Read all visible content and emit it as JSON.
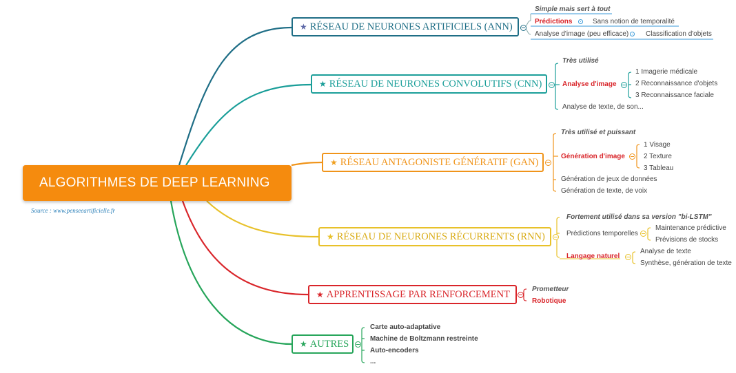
{
  "root": {
    "label": "ALGORITHMES DE DEEP LEARNING"
  },
  "source": "Source : www.penseeartificielle.fr",
  "branches": {
    "ann": {
      "label": "RÉSEAU DE NEURONES ARTIFICIELS (ANN)",
      "color": "#1f6e86",
      "tagline": "Simple mais sert à tout",
      "item1": "Prédictions",
      "item1_sub": "Sans notion de temporalité",
      "item2": "Analyse d'image (peu efficace)",
      "item2_sub": "Classification d'objets"
    },
    "cnn": {
      "label": "RÉSEAU DE NEURONES CONVOLUTIFS (CNN)",
      "color": "#1a9e99",
      "tagline": "Très utilisé",
      "main": "Analyse d'image",
      "subs": [
        "1  Imagerie médicale",
        "2  Reconnaissance d'objets",
        "3  Reconnaissance faciale"
      ],
      "other": "Analyse de texte, de son..."
    },
    "gan": {
      "label": "RÉSEAU ANTAGONISTE GÉNÉRATIF (GAN)",
      "color": "#f0941a",
      "tagline": "Très utilisé et puissant",
      "main": "Génération d'image",
      "subs": [
        "1  Visage",
        "2  Texture",
        "3  Tableau"
      ],
      "other1": "Génération de jeux de données",
      "other2": "Génération de texte, de voix"
    },
    "rnn": {
      "label": "RÉSEAU DE NEURONES RÉCURRENTS (RNN)",
      "color": "#e8c12a",
      "tagline": "Fortement utilisé dans sa version \"bi-LSTM\"",
      "item1": "Prédictions temporelles",
      "item1_subs": [
        "Maintenance prédictive",
        "Prévisions de stocks"
      ],
      "item2": "Langage naturel",
      "item2_subs": [
        "Analyse de texte",
        "Synthèse, génération de texte"
      ]
    },
    "rl": {
      "label": "APPRENTISSAGE PAR RENFORCEMENT",
      "color": "#d9252a",
      "tagline": "Prometteur",
      "item": "Robotique"
    },
    "other": {
      "label": "AUTRES",
      "color": "#26a55a",
      "items": [
        "Carte auto-adaptative",
        "Machine de Boltzmann restreinte",
        "Auto-encoders",
        "..."
      ]
    }
  },
  "colors": {
    "root": "#f58b0e",
    "ann": "#1f6e86",
    "cnn": "#1a9e99",
    "gan": "#f0941a",
    "rnn": "#e8c12a",
    "rl": "#d9252a",
    "other": "#26a55a",
    "leaf_line": "#3a9ad9"
  },
  "icons": {
    "branch_marker": "star-icon",
    "collapse": "collapse-toggle-icon"
  }
}
